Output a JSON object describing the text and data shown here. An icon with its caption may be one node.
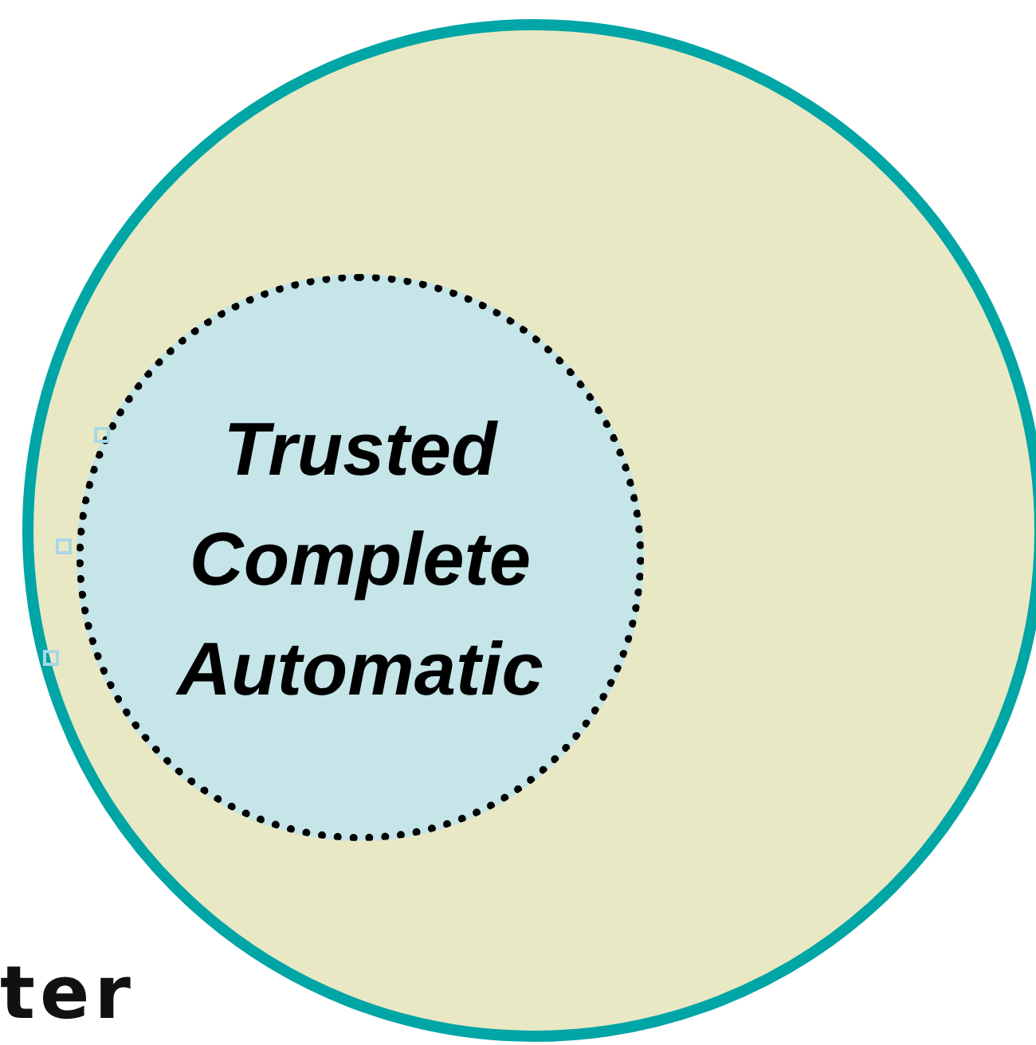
{
  "diagram": {
    "nodes": [
      {
        "text": [],
        "shape": "circle"
      },
      {
        "text": [
          "Trusted Complete Automatic"
        ],
        "in": 0
      }
    ],
    "labels": [
      "ter"
    ]
  }
}
